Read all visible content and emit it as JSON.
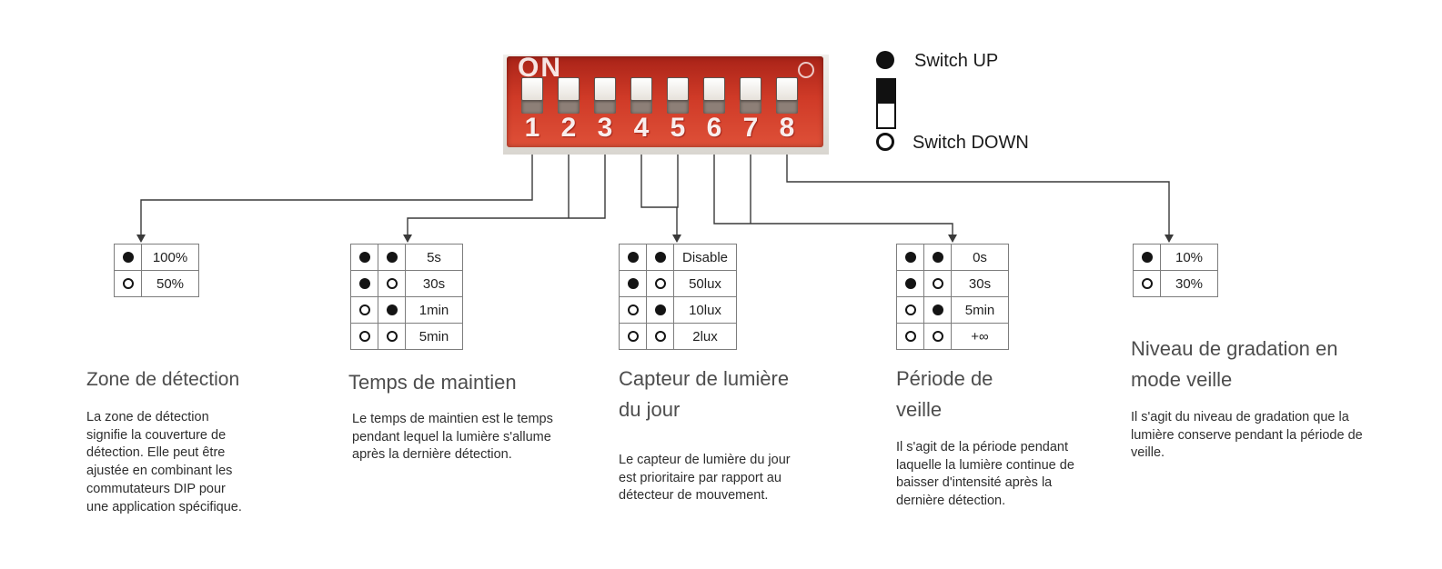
{
  "dip": {
    "on_label": "ON",
    "numbers": [
      "1",
      "2",
      "3",
      "4",
      "5",
      "6",
      "7",
      "8"
    ]
  },
  "legend": {
    "up": "Switch UP",
    "down": "Switch DOWN"
  },
  "colors": {
    "switch_red": "#cf3a27",
    "line": "#3a3a3a",
    "table_border": "#7d7d7d"
  },
  "sections": [
    {
      "title": "Zone de détection",
      "description": "La zone de détection signifie la couverture de détection. Elle peut être ajustée en combinant les commutateurs DIP pour une application spécifique.",
      "rows": [
        {
          "s": [
            "up"
          ],
          "value": "100%"
        },
        {
          "s": [
            "down"
          ],
          "value": "50%"
        }
      ]
    },
    {
      "title": "Temps de maintien",
      "description": "Le temps de maintien est le temps pendant lequel la lumière s'allume après la dernière détection.",
      "rows": [
        {
          "s": [
            "up",
            "up"
          ],
          "value": "5s"
        },
        {
          "s": [
            "up",
            "down"
          ],
          "value": "30s"
        },
        {
          "s": [
            "down",
            "up"
          ],
          "value": "1min"
        },
        {
          "s": [
            "down",
            "down"
          ],
          "value": "5min"
        }
      ]
    },
    {
      "title": "Capteur de lumière du jour",
      "description": "Le capteur de lumière du jour est prioritaire par rapport au détecteur de mouvement.",
      "rows": [
        {
          "s": [
            "up",
            "up"
          ],
          "value": "Disable"
        },
        {
          "s": [
            "up",
            "down"
          ],
          "value": "50lux"
        },
        {
          "s": [
            "down",
            "up"
          ],
          "value": "10lux"
        },
        {
          "s": [
            "down",
            "down"
          ],
          "value": "2lux"
        }
      ]
    },
    {
      "title": "Période de veille",
      "description": "Il s'agit de la période pendant laquelle la lumière continue de baisser d'intensité après la dernière détection.",
      "rows": [
        {
          "s": [
            "up",
            "up"
          ],
          "value": "0s"
        },
        {
          "s": [
            "up",
            "down"
          ],
          "value": "30s"
        },
        {
          "s": [
            "down",
            "up"
          ],
          "value": "5min"
        },
        {
          "s": [
            "down",
            "down"
          ],
          "value": "+∞"
        }
      ]
    },
    {
      "title": "Niveau de gradation en mode veille",
      "description": "Il s'agit du niveau de gradation que la lumière conserve pendant la période de veille.",
      "rows": [
        {
          "s": [
            "up"
          ],
          "value": "10%"
        },
        {
          "s": [
            "down"
          ],
          "value": "30%"
        }
      ]
    }
  ]
}
